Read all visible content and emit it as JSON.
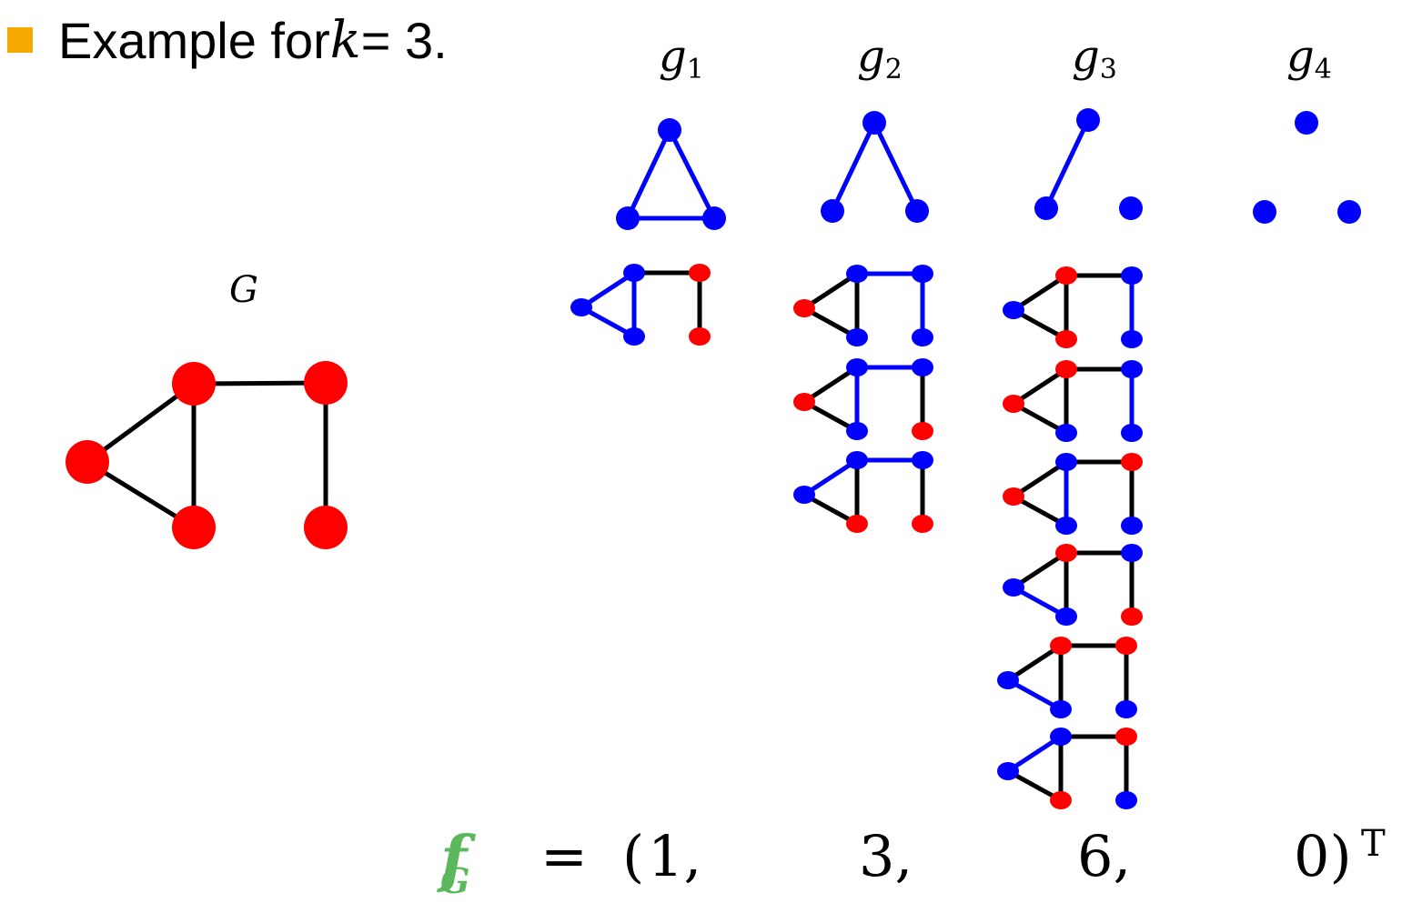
{
  "title": {
    "prefix": "Example for ",
    "var": "k",
    "suffix": " = 3."
  },
  "graphlets": [
    {
      "name": "g",
      "sub": "1"
    },
    {
      "name": "g",
      "sub": "2"
    },
    {
      "name": "g",
      "sub": "3"
    },
    {
      "name": "g",
      "sub": "4"
    }
  ],
  "graph_label": "G",
  "vector": {
    "name": "f",
    "sub": "G",
    "equals": "=",
    "open": "(",
    "v1": "1,",
    "v2": "3,",
    "v3": "6,",
    "v4": "0)",
    "transpose": "T"
  },
  "colors": {
    "highlight": "#0000ff",
    "base": "#ff0000",
    "edge": "#000000",
    "bullet": "#f5a800",
    "vector_name": "#5cb85c"
  }
}
